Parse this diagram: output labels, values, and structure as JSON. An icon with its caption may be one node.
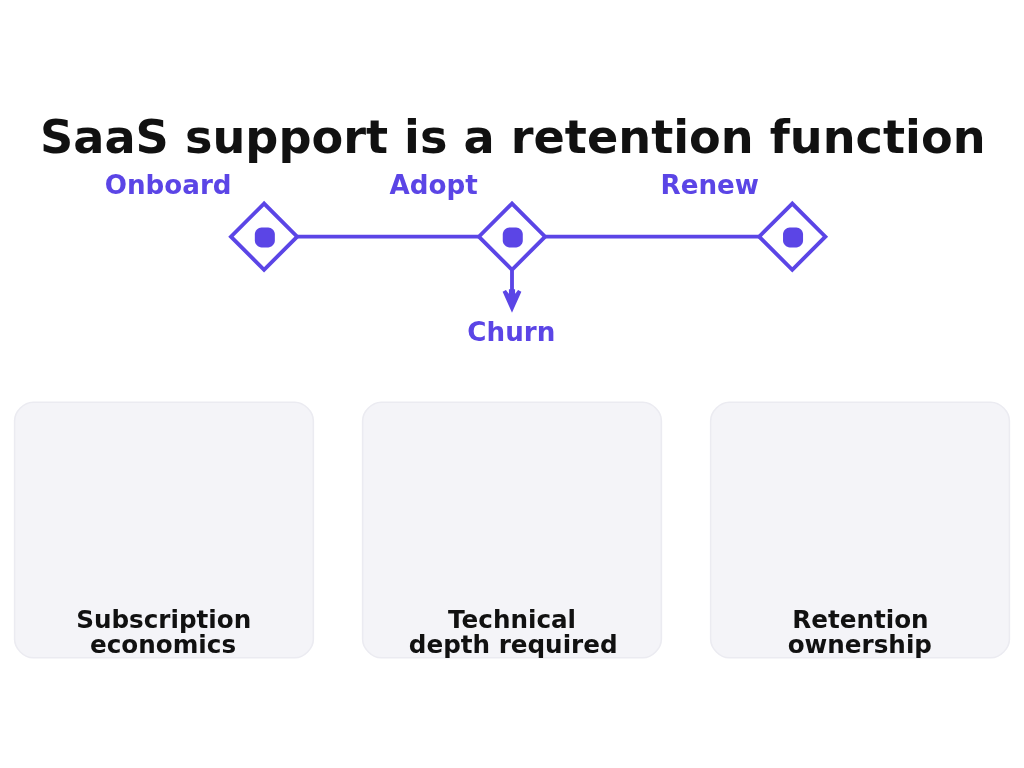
{
  "diagram": {
    "title": "SaaS support is a retention function",
    "nodes": [
      {
        "text": [
          "Onboard"
        ]
      },
      {
        "text": [
          "Adopt"
        ]
      },
      {
        "text": [
          "Renew"
        ]
      },
      {
        "text": [
          "Churn"
        ]
      },
      {
        "text": [
          "Subscription economics"
        ]
      },
      {
        "text": [
          "Technical depth required"
        ]
      },
      {
        "text": [
          "Retention ownership"
        ]
      }
    ],
    "edges": [
      {
        "from": 0,
        "to": 1,
        "arrow": "none"
      },
      {
        "from": 1,
        "to": 2,
        "arrow": "none"
      },
      {
        "from": 1,
        "to": 3,
        "arrow": "to"
      }
    ]
  }
}
